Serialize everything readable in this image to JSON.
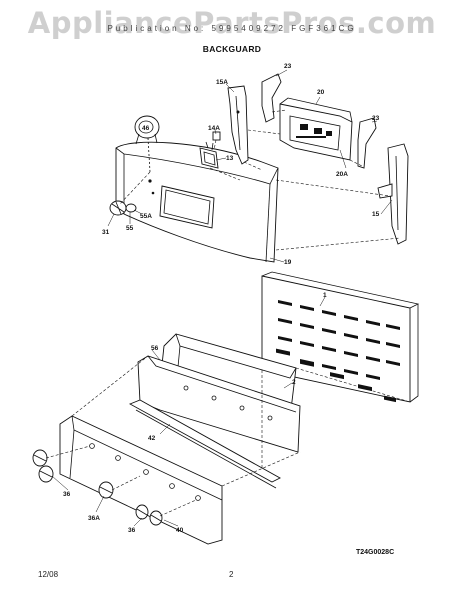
{
  "watermark": "AppliancePartsPros.com",
  "header_text": "Publication No: 5995409272   FGF361CG",
  "section_title": "BACKGUARD",
  "diagram_code": "T24G0028C",
  "footer": {
    "date": "12/08",
    "page": "2"
  },
  "callouts": {
    "c23a": "23",
    "c20": "20",
    "c15a": "15A",
    "c46": "46",
    "c14a": "14A",
    "c23b": "23",
    "c13": "13",
    "c20a": "20A",
    "c15": "15",
    "c55a": "55A",
    "c55": "55",
    "c31": "31",
    "c19": "19",
    "c1": "1",
    "c56": "56",
    "c2": "2",
    "c42": "42",
    "c36a": "36",
    "c36b": "36A",
    "c36c": "36",
    "c40": "40"
  }
}
